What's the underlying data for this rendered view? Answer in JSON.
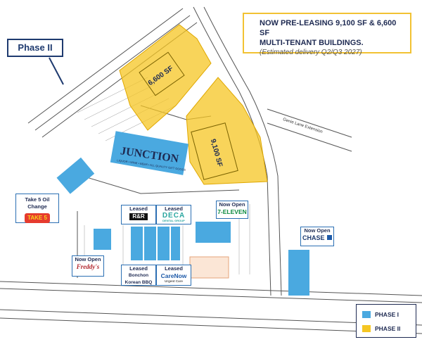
{
  "phase_label": "Phase II",
  "callout": {
    "line1": "NOW PRE-LEASING 9,100 SF & 6,600 SF",
    "line2": "MULTI-TENANT BUILDINGS.",
    "line3": "(Estimated delivery Q2/Q3 2027)"
  },
  "buildings": {
    "building_a": "6,600 SF",
    "building_b": "9,100 SF",
    "junction_sign": "JUNCTION",
    "junction_sub": "LIQUOR • WINE • BEER • ALL QUALITY GIFT GOODS"
  },
  "road_label": "Genie Lane Extension",
  "tenants": {
    "take5": {
      "status": "Take 5 Oil Change",
      "logo": "TAKE 5"
    },
    "rr": {
      "status": "Leased",
      "logo": "R&R"
    },
    "deca": {
      "status": "Leased",
      "logo": "DECA",
      "sub": "DENTAL GROUP"
    },
    "seven_eleven": {
      "status": "Now Open",
      "logo": "7-ELEVEN"
    },
    "chase": {
      "status": "Now Open",
      "logo": "CHASE"
    },
    "freddys": {
      "status": "Now Open",
      "logo": "Freddy's"
    },
    "bonchon": {
      "status": "Leased",
      "line2": "Bonchon",
      "line3": "Korean BBQ"
    },
    "carenow": {
      "status": "Leased",
      "logo": "CareNow",
      "sub": "Urgent Care"
    }
  },
  "legend": {
    "phase1": "PHASE I",
    "phase2": "PHASE II"
  },
  "colors": {
    "phase1": "#4aa9e0",
    "phase2": "#f5c623",
    "navy": "#1e3a6f"
  }
}
